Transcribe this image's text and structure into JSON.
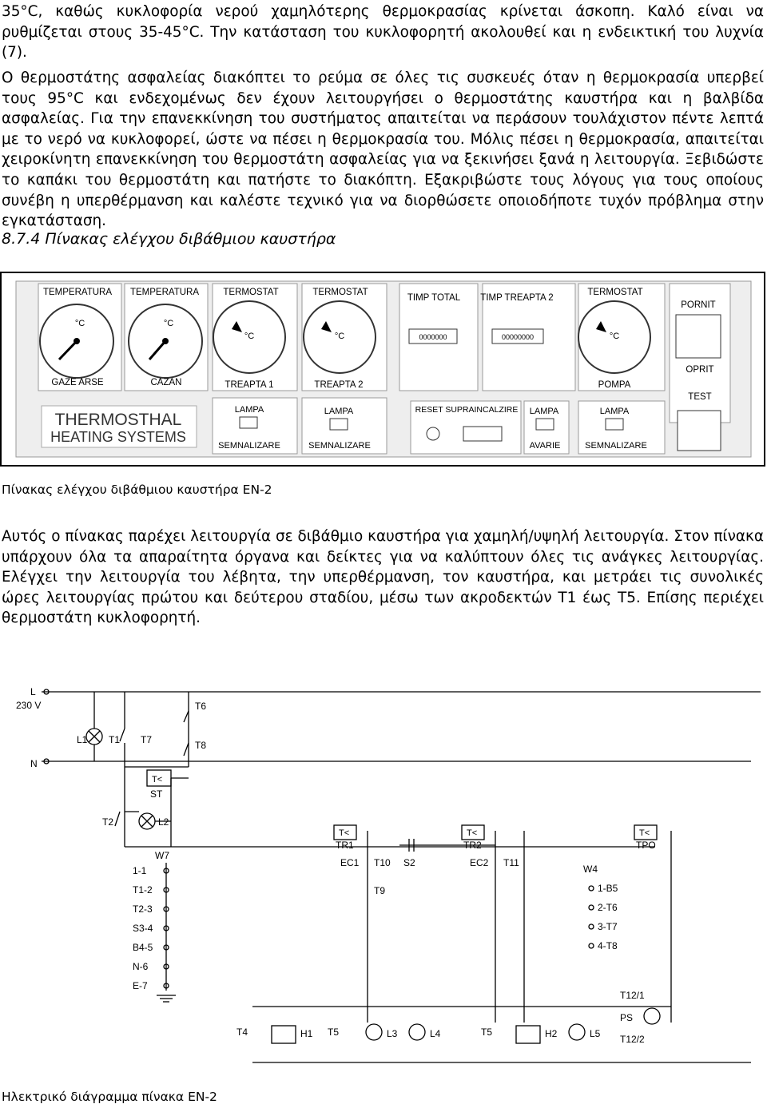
{
  "text": {
    "p1": "35°C, καθώς κυκλοφορία νερού χαμηλότερης θερμοκρασίας κρίνεται άσκοπη. Καλό είναι να ρυθμίζεται στους 35-45°C. Την κατάσταση του κυκλοφορητή ακολουθεί και η ενδεικτική του λυχνία (7).",
    "p2": "Ο θερμοστάτης ασφαλείας διακόπτει το ρεύμα σε όλες τις συσκευές όταν η θερμοκρασία υπερβεί τους 95°C και ενδεχομένως δεν έχουν λειτουργήσει ο θερμοστάτης καυστήρα και η βαλβίδα ασφαλείας. Για την επανεκκίνηση του συστήματος απαιτείται να περάσουν τουλάχιστον πέντε λεπτά με το νερό να κυκλοφορεί, ώστε να πέσει η θερμοκρασία του. Μόλις πέσει η θερμοκρασία, απαιτείται χειροκίνητη επανεκκίνηση του θερμοστάτη ασφαλείας για να ξεκινήσει ξανά η λειτουργία. Ξεβιδώστε το καπάκι του θερμοστάτη και πατήστε το διακόπτη. Εξακριβώστε τους λόγους για τους οποίους συνέβη η υπερθέρμανση και καλέστε τεχνικό για να διορθώσετε οποιοδήποτε τυχόν πρόβλημα στην εγκατάσταση.",
    "heading": "8.7.4  Πίνακας ελέγχου διβάθμιου καυστήρα",
    "caption1": "Πίνακας ελέγχου διβάθμιου καυστήρα EN-2",
    "p3": "Αυτός ο πίνακας παρέχει λειτουργία σε διβάθμιο καυστήρα για χαμηλή/υψηλή λειτουργία. Στον πίνακα υπάρχουν όλα τα απαραίτητα όργανα και δείκτες για να καλύπτουν όλες τις ανάγκες λειτουργίας. Ελέγχει την λειτουργία του λέβητα, την υπερθέρμανση, τον καυστήρα, και μετράει τις συνολικές ώρες λειτουργίας πρώτου και δεύτερου σταδίου, μέσω των ακροδεκτών T1 έως T5. Επίσης περιέχει θερμοστάτη κυκλοφορητή.",
    "caption2": "Ηλεκτρικό διάγραμμα πίνακα EN-2"
  },
  "panel": {
    "gauge1_top": "TEMPERATURA",
    "gauge1_bottom": "GAZE ARSE",
    "gauge2_top": "TEMPERATURA",
    "gauge2_bottom": "CAZAN",
    "gauge_unit": "°C",
    "thermo1_top": "TERMOSTAT",
    "thermo1_bottom": "TREAPTA 1",
    "thermo2_top": "TERMOSTAT",
    "thermo2_bottom": "TREAPTA 2",
    "thermo3_top": "TERMOSTAT",
    "thermo3_bottom": "POMPA",
    "counter1_label": "TIMP TOTAL",
    "counter1_value": "0000000",
    "counter2_label": "TIMP TREAPTA 2",
    "counter2_value": "00000000",
    "btn_pornit": "PORNIT",
    "btn_oprit": "OPRIT",
    "btn_test": "TEST",
    "lamp": "LAMPA",
    "semnal": "SEMNALIZARE",
    "avarie": "AVARIE",
    "reset": "RESET SUPRAINCALZIRE",
    "logo1": "THERMOSTHAL",
    "logo2": "HEATING SYSTEMS"
  },
  "schematic": {
    "L": "L",
    "V230": "230 V",
    "N": "N",
    "L1": "L1",
    "L2": "L2",
    "T1": "T1",
    "T2": "T2",
    "T4": "T4",
    "T5": "T5",
    "T6": "T6",
    "T7": "T7",
    "T8": "T8",
    "T9": "T9",
    "T10": "T10",
    "T11": "T11",
    "Tlt": "T<",
    "ST": "ST",
    "TR1": "TR1",
    "TR2": "TR2",
    "TPO": "TPO",
    "EC1": "EC1",
    "EC2": "EC2",
    "S2": "S2",
    "W7": "W7",
    "W4": "W4",
    "w7_items": [
      "1-1",
      "T1-2",
      "T2-3",
      "S3-4",
      "B4-5",
      "N-6",
      "E-7"
    ],
    "w4_items": [
      "1-B5",
      "2-T6",
      "3-T7",
      "4-T8"
    ],
    "H1": "H1",
    "H2": "H2",
    "L3": "L3",
    "L4": "L4",
    "L5": "L5",
    "T12_1": "T12/1",
    "T12_2": "T12/2",
    "PS": "PS"
  }
}
